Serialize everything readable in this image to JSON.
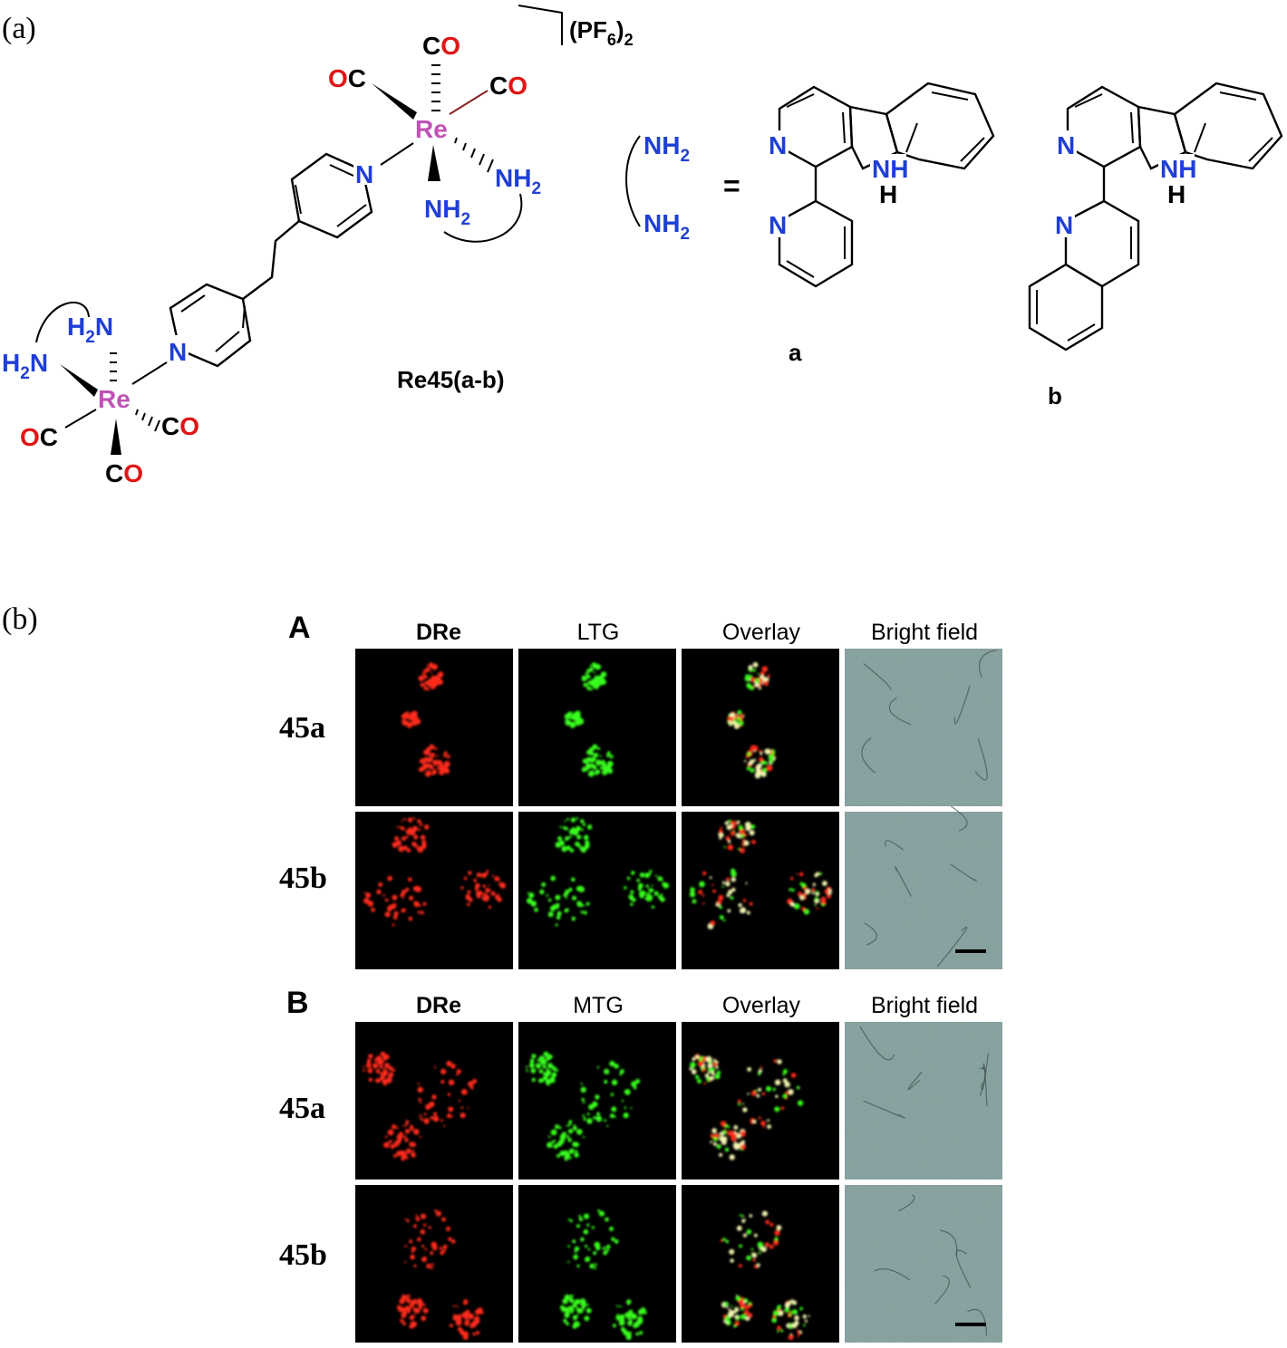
{
  "panel_a": {
    "label": "(a)",
    "complex_name": "Re45(a-b)",
    "counterion": "(PF",
    "counterion_sub6": "6",
    "counterion_close": ")",
    "counterion_sub2": "2",
    "ligand_left_top": "NH",
    "ligand_left_bottom": "NH",
    "sub2": "2",
    "equals": "=",
    "ligand_a_label": "a",
    "ligand_b_label": "b",
    "atom_N": "N",
    "atom_H": "H",
    "atom_NH": "NH",
    "atom_Re": "Re",
    "atom_C": "C",
    "atom_O": "O",
    "atom_H2": "H",
    "colors": {
      "nitrogen": "#1f3fd6",
      "oxygen": "#e01515",
      "rhenium": "#c052b7"
    }
  },
  "panel_b": {
    "label": "(b)",
    "section_A": {
      "letter": "A",
      "headers": [
        "DRe",
        "LTG",
        "Overlay",
        "Bright field"
      ],
      "rows": [
        "45a",
        "45b"
      ]
    },
    "section_B": {
      "letter": "B",
      "headers": [
        "DRe",
        "MTG",
        "Overlay",
        "Bright field"
      ],
      "rows": [
        "45a",
        "45b"
      ]
    },
    "colors": {
      "dre": "#ff2a1a",
      "probe": "#39ff1f",
      "brightfield": "#7f9a98"
    }
  }
}
